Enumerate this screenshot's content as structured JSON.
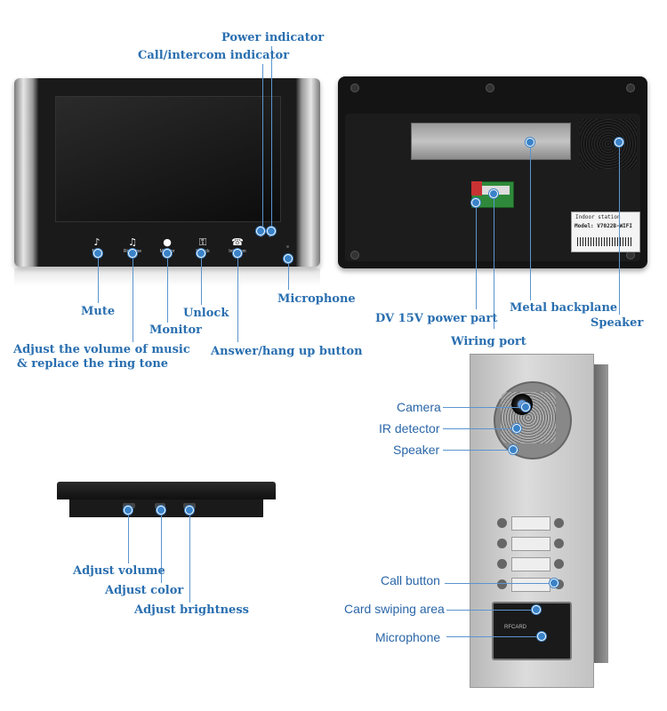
{
  "labels": {
    "power_indicator": "Power indicator",
    "call_indicator": "Call/intercom indicator",
    "mute": "Mute",
    "monitor": "Monitor",
    "unlock": "Unlock",
    "microphone_monitor": "Microphone",
    "adjust_music_line1": "Adjust the volume of music",
    "adjust_music_line2": "& replace the ring tone",
    "answer_hangup": "Answer/hang up button",
    "dv_power": "DV 15V power part",
    "wiring_port": "Wiring port",
    "metal_backplane": "Metal backplane",
    "speaker_back": "Speaker",
    "camera": "Camera",
    "ir_detector": "IR detector",
    "speaker_door": "Speaker",
    "adjust_volume": "Adjust volume",
    "adjust_color": "Adjust color",
    "adjust_brightness": "Adjust brightness",
    "call_button": "Call button",
    "card_area": "Card swiping area",
    "microphone_door": "Microphone"
  },
  "device_text": {
    "btn_mute": "Mute",
    "btn_ringtone": "Ringtone",
    "btn_monitor": "Monitor",
    "btn_unlock": "Unlock",
    "btn_intercom": "Intercom",
    "sticker_title": "Indoor station",
    "sticker_model": "Model: V7022B-WIFI",
    "card_text": "RFCARD"
  },
  "colors": {
    "label_blue": "#2a6fb0",
    "line_blue": "#5a95cf",
    "monitor_black": "#111111",
    "silver": "#c8c8c8"
  }
}
